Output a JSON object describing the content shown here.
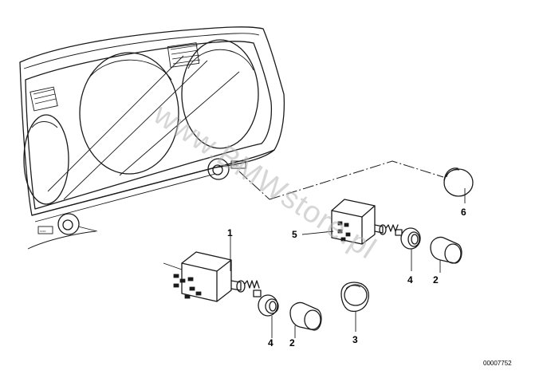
{
  "watermark": "www.BMWstore.pl",
  "document_number": "00007752",
  "callouts": [
    {
      "id": "label-1",
      "text": "1"
    },
    {
      "id": "label-2a",
      "text": "2"
    },
    {
      "id": "label-2b",
      "text": "2"
    },
    {
      "id": "label-3",
      "text": "3"
    },
    {
      "id": "label-4a",
      "text": "4"
    },
    {
      "id": "label-4b",
      "text": "4"
    },
    {
      "id": "label-5",
      "text": "5"
    },
    {
      "id": "label-6",
      "text": "6"
    }
  ]
}
